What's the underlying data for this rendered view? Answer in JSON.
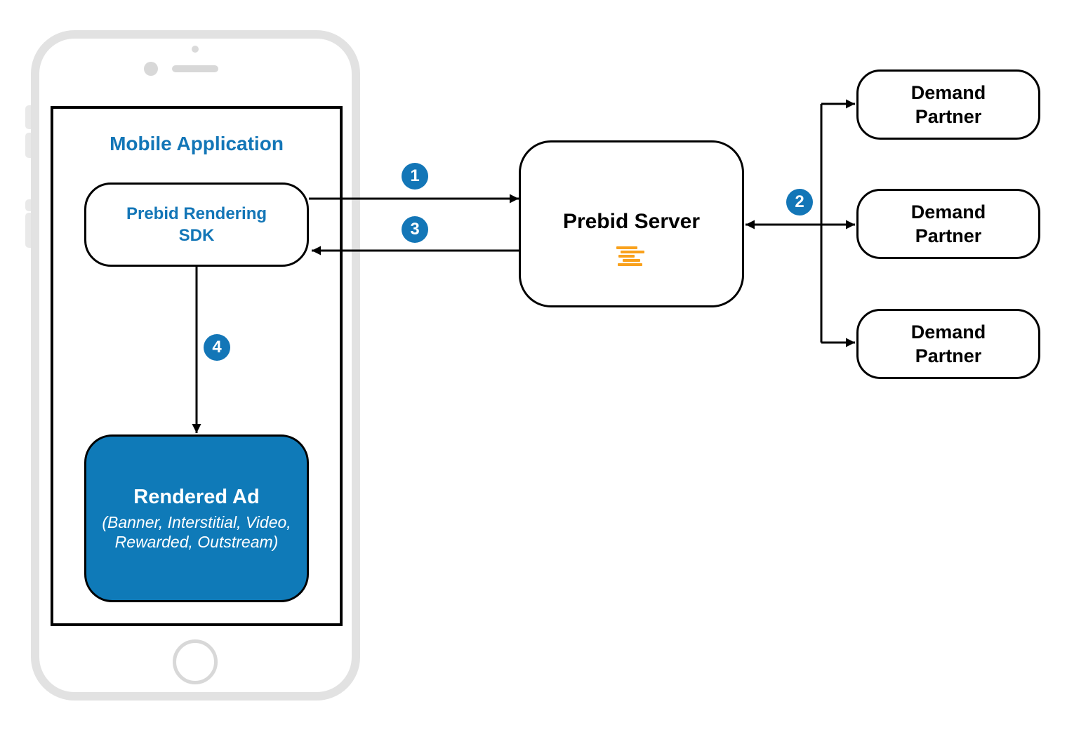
{
  "diagram": {
    "mobile_app": {
      "title": "Mobile Application",
      "sdk": {
        "lines": [
          "Prebid Rendering",
          "SDK"
        ]
      },
      "rendered_ad": {
        "title": "Rendered Ad",
        "subtitle": "(Banner, Interstitial, Video, Rewarded, Outstream)"
      }
    },
    "server": {
      "title": "Prebid Server",
      "logo_icon": "prebid-lines-logo"
    },
    "demand_partners": [
      {
        "lines": [
          "Demand",
          "Partner"
        ]
      },
      {
        "lines": [
          "Demand",
          "Partner"
        ]
      },
      {
        "lines": [
          "Demand",
          "Partner"
        ]
      }
    ],
    "steps": [
      {
        "label": "1"
      },
      {
        "label": "2"
      },
      {
        "label": "3"
      },
      {
        "label": "4"
      }
    ],
    "colors": {
      "accent_blue": "#1376B7",
      "rendered_ad_blue": "#0F7AB8",
      "brand_orange": "#F9A11C",
      "phone_gray": "#E2E2E2",
      "detail_gray": "#D8D8D8",
      "line_black": "#000000"
    }
  }
}
